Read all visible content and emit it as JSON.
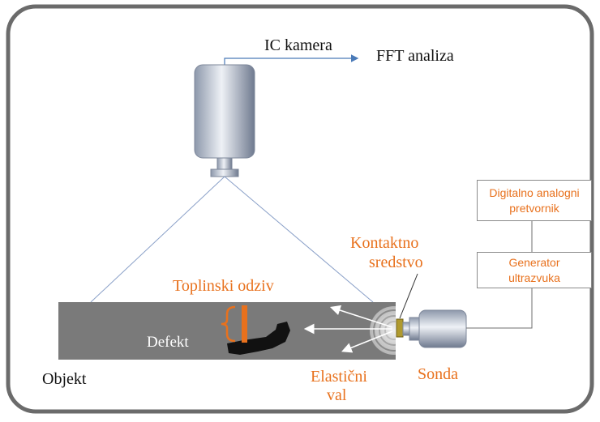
{
  "labels": {
    "camera": "IC kamera",
    "fft": "FFT analiza",
    "contact_medium_line1": "Kontaktno",
    "contact_medium_line2": "sredstvo",
    "thermal_response": "Toplinski odziv",
    "defect": "Defekt",
    "object": "Objekt",
    "elastic_wave_line1": "Elastični",
    "elastic_wave_line2": "val",
    "probe": "Sonda"
  },
  "boxes": {
    "converter_line1": "Digitalno analogni",
    "converter_line2": "pretvornik",
    "generator_line1": "Generator",
    "generator_line2": "ultrazvuka"
  },
  "colors": {
    "accent_orange": "#e8711d",
    "frame": "#6b6b6b",
    "object_fill": "#7a7a7a",
    "defect": "#111111",
    "wire": "#6f6f6f",
    "view_lines": "#8aa0c8",
    "arrow": "#4a7ab8"
  }
}
